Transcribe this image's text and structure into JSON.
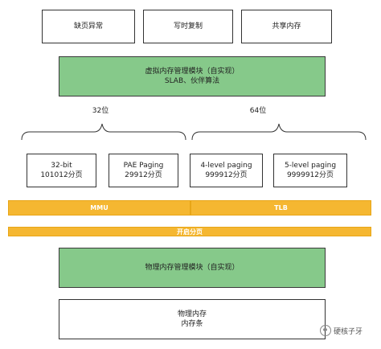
{
  "top_row": {
    "box1": "缺页异常",
    "box2": "写时复制",
    "box3": "共享内存"
  },
  "virtual_mm": {
    "line1": "虚拟内存管理模块（自实现）",
    "line2": "SLAB、伙伴算法"
  },
  "brace_labels": {
    "left": "32位",
    "right": "64位"
  },
  "paging_row": {
    "p1": {
      "line1": "32-bit",
      "line2": "101012分页"
    },
    "p2": {
      "line1": "PAE Paging",
      "line2": "29912分页"
    },
    "p3": {
      "line1": "4-level paging",
      "line2": "999912分页"
    },
    "p4": {
      "line1": "5-level paging",
      "line2": "9999912分页"
    }
  },
  "hw_bars": {
    "mmu": "MMU",
    "tlb": "TLB",
    "enable_paging": "开启分页"
  },
  "physical_mm": {
    "line1": "物理内存管理模块（自实现）"
  },
  "physical_mem": {
    "line1": "物理内存",
    "line2": "内存条"
  },
  "watermark": "硬核子牙",
  "colors": {
    "green": "#86c98a",
    "yellow": "#f5b731"
  }
}
